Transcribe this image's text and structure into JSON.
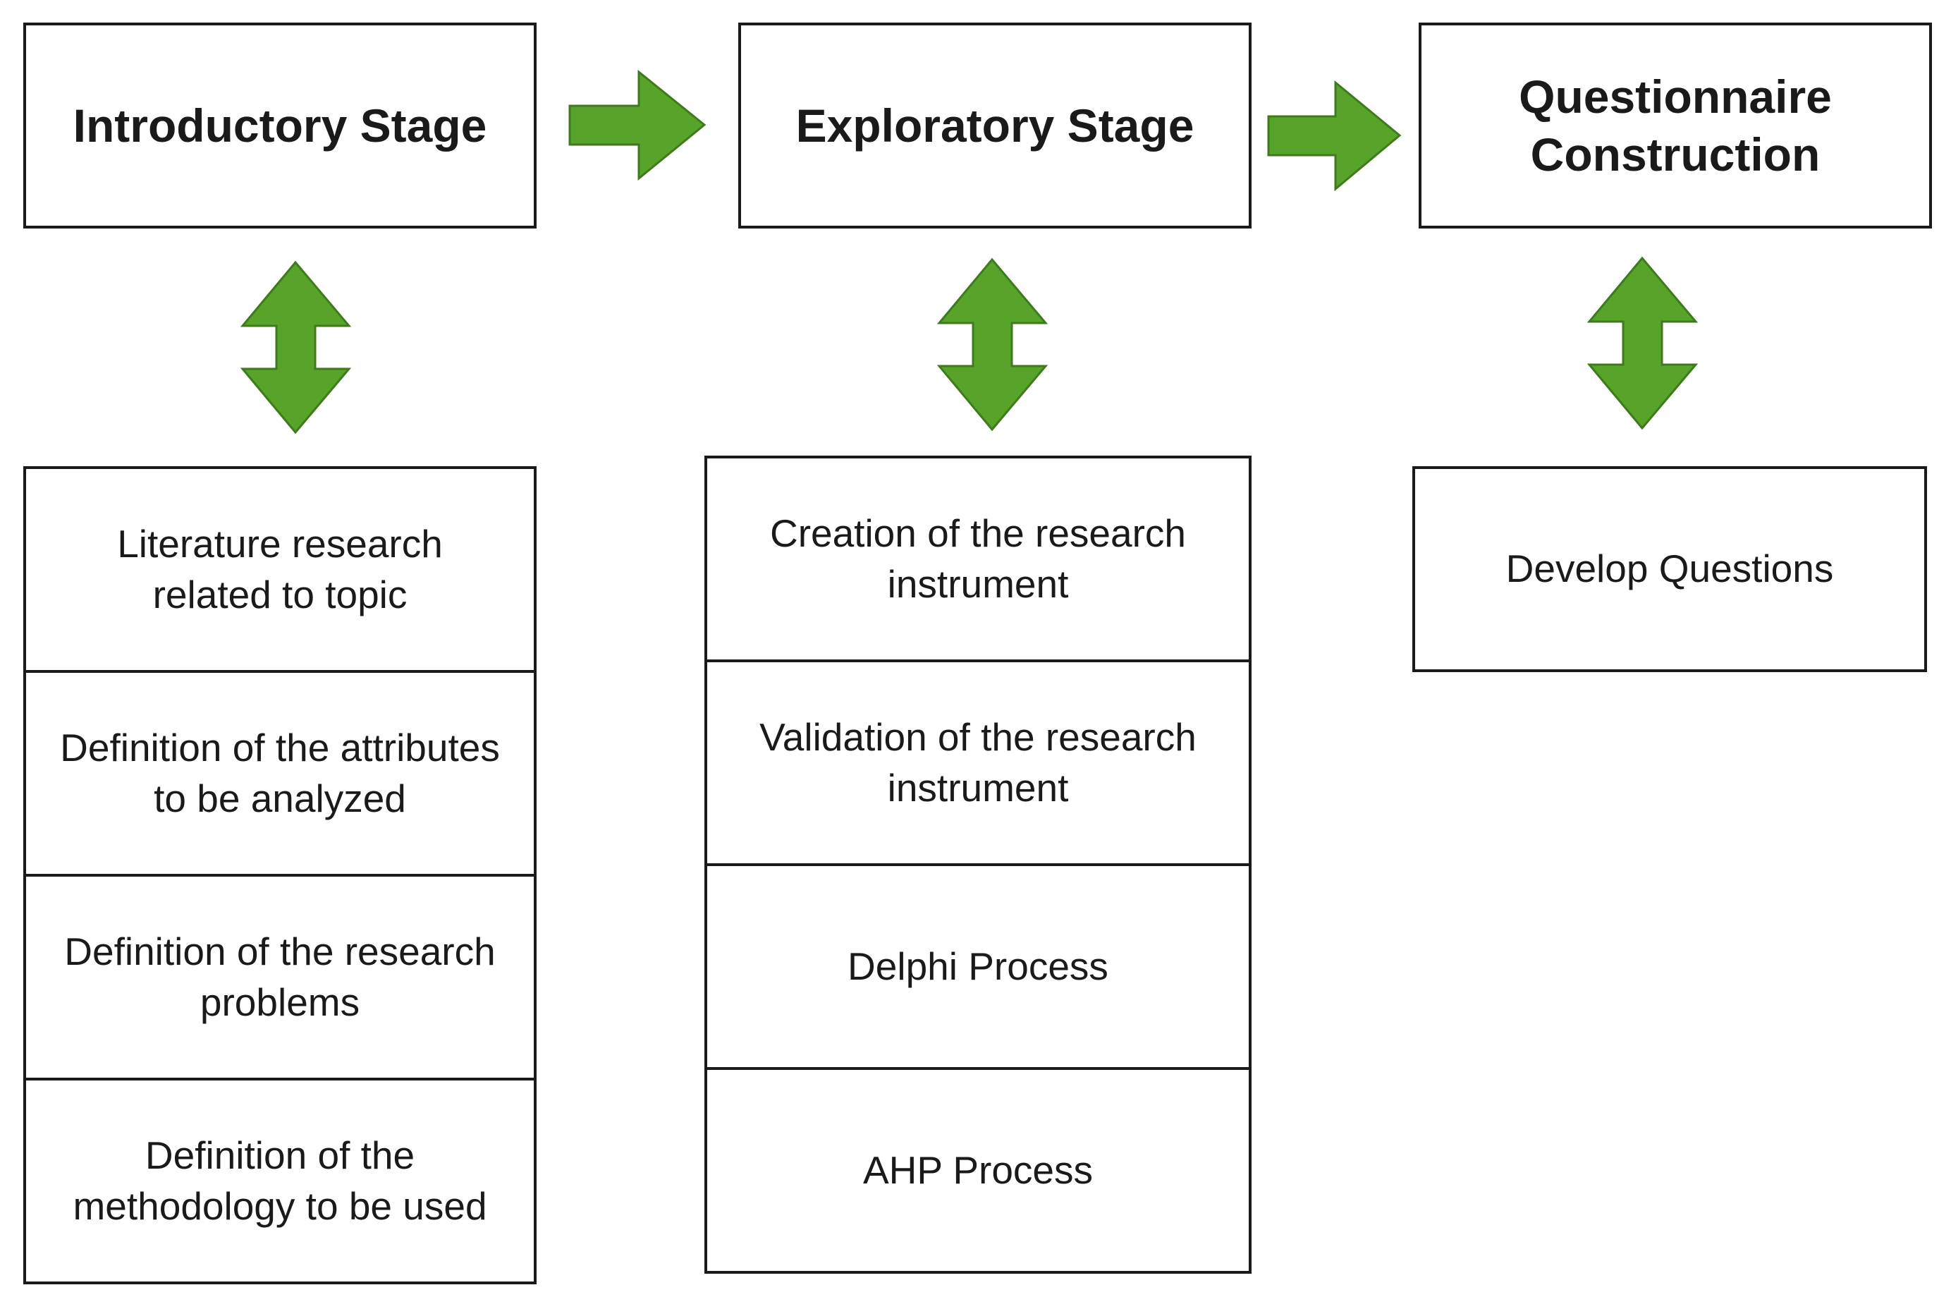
{
  "colors": {
    "arrow": "#58a32a",
    "border": "#1a1a1a",
    "background": "#ffffff"
  },
  "stages": [
    {
      "title": "Introductory Stage",
      "steps": [
        "Literature research related to topic",
        "Definition of the attributes to be analyzed",
        "Definition of the research problems",
        "Definition of the methodology to be used"
      ]
    },
    {
      "title": "Exploratory Stage",
      "steps": [
        "Creation of the research instrument",
        "Validation of the research instrument",
        "Delphi Process",
        "AHP Process"
      ]
    },
    {
      "title": "Questionnaire Construction",
      "steps": [
        "Develop Questions"
      ]
    }
  ],
  "icons": {
    "flow_arrow": "right-arrow-icon",
    "link_arrow": "up-down-arrow-icon"
  }
}
